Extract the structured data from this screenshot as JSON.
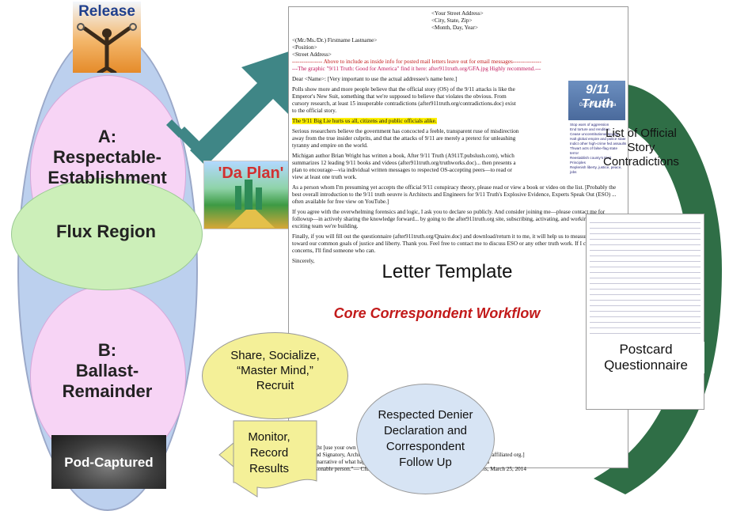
{
  "left": {
    "release": "Release",
    "a_label": "A:",
    "a_name1": "Respectable-",
    "a_name2": "Establishment",
    "flux": "Flux Region",
    "b_label": "B:",
    "b_name1": "Ballast-",
    "b_name2": "Remainder",
    "pod": "Pod-Captured"
  },
  "daplan": "'Da Plan'",
  "letter": {
    "addr1": "<Your Street Address>",
    "addr2": "<City, State, Zip>",
    "addr3": "<Month, Day, Year>",
    "to1": "<(Mr./Ms./Dr.) Firstname Lastname>",
    "to2": "<Position>",
    "to3": "<Street Address>",
    "note1": "---------------- Above to include as inside info for posted mail letters leave out for email messages---------------",
    "note2": "---The graphic \"9/11 Truth: Good for America\" find it here: after911truth.org/GFA.jpg  Highly recommend.---",
    "dear": "Dear <Name>: [Very important to use the actual addressee's name here.]",
    "p1": "Polls show more and more people believe that the official story (OS) of the 9/11 attacks is like the Emperor's New Suit, something that we're supposed to believe that violates the obvious. From cursory research, at least 15 insuperable contradictions (after911truth.org/contradictions.doc) exist to the official story.",
    "p2": "The 9/11 Big Lie hurts us all, citizens and public officials alike.",
    "p3": "Serious researchers believe the government has concocted a feeble, transparent ruse of misdirection away from the true insider culprits, and that the attacks of 9/11 are merely a pretext for unleashing tyranny and empire on the world.",
    "p4": "Michigan author Brian Wright has written a book, After 9/11 Truth (A911T.pubslush.com), which summarizes 12 leading 9/11 books and videos (after911truth.org/truthworks.doc)... then presents a plan to encourage—via individual written messages to respected OS-accepting peers—to read or view at least one truth work.",
    "p5": "As a person whom I'm presuming yet accepts the official 9/11 conspiracy theory, please read or view a book or video on the list. [Probably the best overall introduction to the 9/11 truth oeuvre is Architects and Engineers for 9/11 Truth's Explosive Evidence, Experts Speak Out (ESO) ... often available for free view on YouTube.]",
    "p6": "If you agree with the overwhelming forensics and logic, I ask you to declare so publicly. And consider joining me—please contact me for followup—in actively sharing the knowledge forward... by going to the after911truth.org site, subscribing, activating, and working with the exciting team we're building.",
    "p7": "Finally, if you will fill out the questionnaire (after911truth.org/Qnaire.doc) and download/return it to me, it will help us to measure progress toward our common goals of justice and liberty. Thank you. Feel free to contact me to discuss ESO or any other truth work. If I can't answer your concerns, I'll find someone who can.",
    "sincerely": "Sincerely,",
    "sig1": "Brian Wright [use your own name]",
    "sig2": "Member and Signatory, Architects and Engineers for 9/11 Truth [if possible, use a truth affiliated org.]",
    "quote1": "\"The false narrative of what happened on 9/11 can no longer be supported or sustained",
    "quote2": "by any reasonable person.\"— Christopher Bollyn from his open letter to Pope Francis, March 25, 2014",
    "title": "Letter Template"
  },
  "inset": {
    "title": "9/11 Truth",
    "subtitle": "Good for America",
    "items": [
      "Stop wars of aggression",
      "End torture and rendition",
      "Cease unconstitutional spying",
      "Halt global empire and police state",
      "Indict other high-crime fed assaults",
      "Thwart acts of false-flag state terror",
      "Reestablish county's First Principles",
      "Replenish liberty, justice, peace, jobs"
    ]
  },
  "workflow": "Core Correspondent Workflow",
  "right": {
    "list_contra1": "List of Official",
    "list_contra2": "Story",
    "list_contra3": "Contradictions",
    "postcard1": "Postcard",
    "postcard2": "Questionnaire"
  },
  "bottom": {
    "share1": "Share, Socialize,",
    "share2": "“Master Mind,”",
    "share3": "Recruit",
    "monitor1": "Monitor,",
    "monitor2": "Record",
    "monitor3": "Results",
    "denier1": "Respected Denier",
    "denier2": "Declaration and",
    "denier3": "Correspondent",
    "denier4": "Follow Up"
  },
  "colors": {
    "oval_blue": "#bcd0ee",
    "pink": "#f7d4f5",
    "flux_green": "#ccefb9",
    "arrow_teal": "#3f8686",
    "curved_green": "#2f6e46",
    "workflow_red": "#c21a1a",
    "share_yellow": "#f4f098",
    "denier_blue": "#d7e4f4"
  }
}
